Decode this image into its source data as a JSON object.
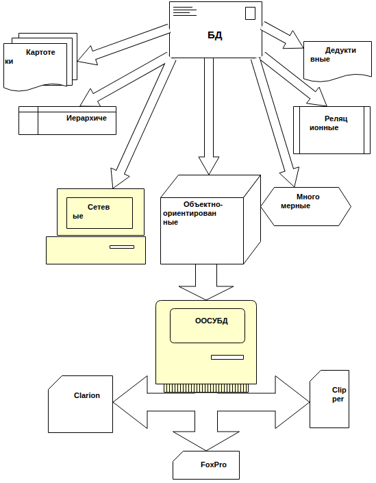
{
  "diagram": {
    "nodes": [
      {
        "text": [
          "БД"
        ]
      },
      {
        "text": [
          "Картоте ки"
        ]
      },
      {
        "text": [
          "Дедукти вные"
        ]
      },
      {
        "text": [
          "Иерархиче"
        ]
      },
      {
        "text": [
          "Реляц ионные"
        ]
      },
      {
        "text": [
          "Сетев ые"
        ]
      },
      {
        "text": [
          "Объектно- ориентирован ные"
        ]
      },
      {
        "text": [
          "Много мерные"
        ]
      },
      {
        "text": [
          "ООСУБД"
        ]
      },
      {
        "text": [
          "Clarion"
        ]
      },
      {
        "text": [
          "Clip per"
        ]
      },
      {
        "text": [
          "FoxPro"
        ]
      }
    ],
    "edges": [
      {
        "from": 0,
        "to": 1,
        "arrow": "to"
      },
      {
        "from": 0,
        "to": 3,
        "arrow": "to"
      },
      {
        "from": 0,
        "to": 5,
        "arrow": "to"
      },
      {
        "from": 0,
        "to": 6,
        "arrow": "to"
      },
      {
        "from": 0,
        "to": 7,
        "arrow": "to"
      },
      {
        "from": 0,
        "to": 4,
        "arrow": "to"
      },
      {
        "from": 0,
        "to": 2,
        "arrow": "to"
      },
      {
        "from": 6,
        "to": 8,
        "arrow": "to"
      },
      {
        "from": 8,
        "to": 9,
        "arrow": "to"
      },
      {
        "from": 8,
        "to": 10,
        "arrow": "to"
      },
      {
        "from": 8,
        "to": 11,
        "arrow": "to"
      }
    ]
  }
}
